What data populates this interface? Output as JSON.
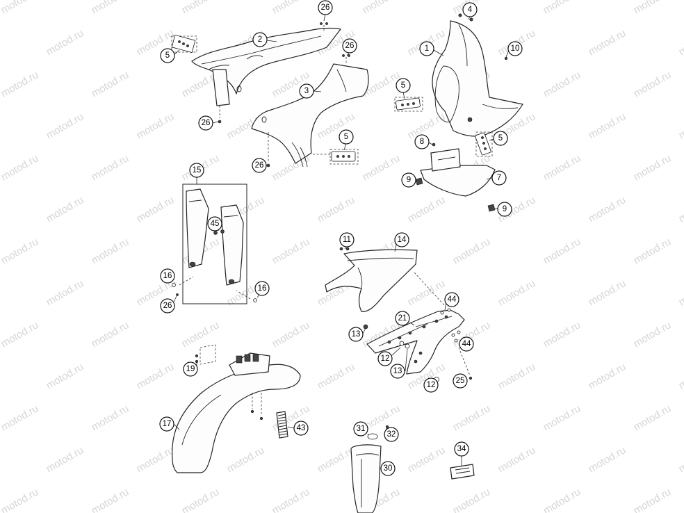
{
  "watermark": {
    "text": "motod.ru"
  },
  "callouts": {
    "c26a": "26",
    "c2": "2",
    "c5a": "5",
    "c26b": "26",
    "c3": "3",
    "c26c": "26",
    "c26d": "26",
    "c5b": "5",
    "c4": "4",
    "c1": "1",
    "c10": "10",
    "c5c": "5",
    "c5d": "5",
    "c8": "8",
    "c9a": "9",
    "c7": "7",
    "c9b": "9",
    "c15": "15",
    "c45": "45",
    "c16a": "16",
    "c26e": "26",
    "c16b": "16",
    "c11": "11",
    "c14": "14",
    "c44a": "44",
    "c21": "21",
    "c13a": "13",
    "c44b": "44",
    "c12a": "12",
    "c13b": "13",
    "c25": "25",
    "c12b": "12",
    "c19": "19",
    "c17": "17",
    "c43": "43",
    "c31": "31",
    "c32": "32",
    "c30": "30",
    "c34": "34"
  }
}
